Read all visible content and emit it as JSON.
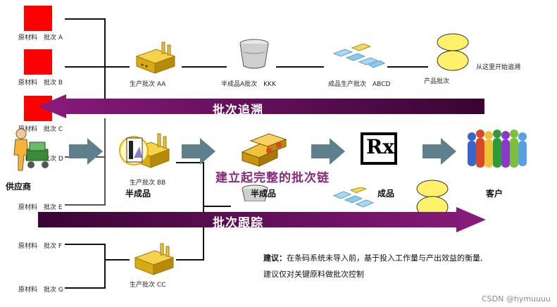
{
  "raw_materials": {
    "a": "原材料　批次 A",
    "b": "原材料　批次 B",
    "c": "原材料　批次 C",
    "d": "原材料　批次 D",
    "e": "原材料　批次 E",
    "f": "原材料　批次 F",
    "g": "原材料　批次 G"
  },
  "top_row": {
    "prod_batch": "生产批次 AA",
    "semi_batch": "半成品A批次　KKK",
    "finished_prod_batch": "成品生产批次　ABCD",
    "product_batch": "产品批次",
    "trace_start": "从这里开始追溯"
  },
  "middle_row": {
    "supplier": "供应商",
    "prod_batch_bb": "生产批次 BB",
    "semi_label": "半成品",
    "semi_label2": "半成品",
    "finished_label": "成品",
    "customer": "客户",
    "rx_symbol": "Rx"
  },
  "bottom_row": {
    "prod_batch_cc": "生产批次 CC"
  },
  "bands": {
    "trace_back": "批次追溯",
    "trace_forward": "批次跟踪"
  },
  "overlay_title": "建立起完整的批次链",
  "advice": {
    "line1_bold": "建议：",
    "line1_rest": "在条码系统未导入前，基于投入工作量与产出效益的衡量,",
    "line2": "建议仅对关键原料做批次控制"
  },
  "watermark": "CSDN @hymuuuu",
  "colors": {
    "red": "#ff0000",
    "purple": "#6a0a5f",
    "arrow_gray": "#5f7f8c",
    "gold": "#e8b820",
    "silver": "#c9c9c9",
    "blue_light": "#8ec8ec",
    "yellow": "#fff26a"
  }
}
